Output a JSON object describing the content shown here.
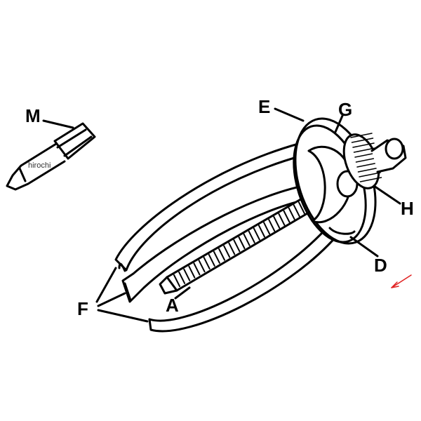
{
  "labels": {
    "M": "M",
    "E": "E",
    "G": "G",
    "H": "H",
    "D": "D",
    "A": "A",
    "F": "F"
  },
  "watermark": "hirochi",
  "colors": {
    "line": "#000000",
    "arrow": "#e02020"
  }
}
